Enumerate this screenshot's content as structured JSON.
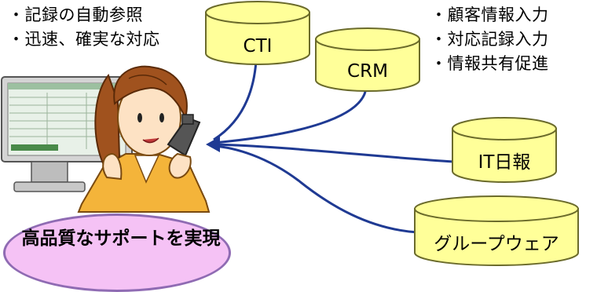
{
  "features_left": [
    "・記録の自動参照",
    "・迅速、確実な対応"
  ],
  "features_right": [
    "・顧客情報入力",
    "・対応記録入力",
    "・情報共有促進"
  ],
  "systems": {
    "cti": "CTI",
    "crm": "CRM",
    "it_report": "IT日報",
    "groupware": "グループウェア"
  },
  "goal_text": "高品質なサポートを実現",
  "colors": {
    "cylinder_fill": "#ffff99",
    "cylinder_stroke": "#6b6b2b",
    "connector": "#1f3a93",
    "ellipse_fill": "#f5c2f5",
    "ellipse_stroke": "#8f6bb3"
  }
}
